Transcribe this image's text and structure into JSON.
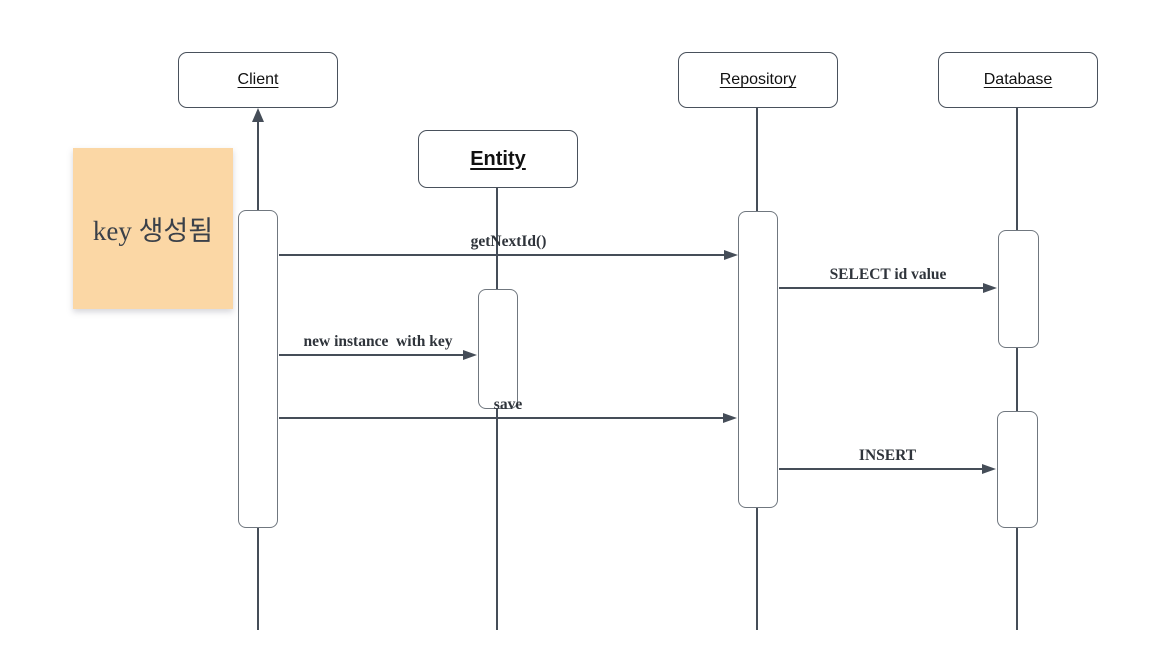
{
  "diagram": {
    "type": "uml-sequence-diagram",
    "background_color": "#ffffff",
    "stroke_color": "#454d58",
    "note_fill_color": "#fbd7a5"
  },
  "actors": [
    {
      "label": "Client"
    },
    {
      "label": "Entity"
    },
    {
      "label": "Repository"
    },
    {
      "label": "Database"
    }
  ],
  "note": {
    "text": "key 생성됨"
  },
  "messages": [
    {
      "label": "getNextId()",
      "from": "Client",
      "to": "Repository"
    },
    {
      "label": "SELECT id value",
      "from": "Repository",
      "to": "Database"
    },
    {
      "label": "new instance  with key",
      "from": "Client",
      "to": "Entity"
    },
    {
      "label": "save",
      "from": "Client",
      "to": "Repository"
    },
    {
      "label": "INSERT",
      "from": "Repository",
      "to": "Database"
    }
  ]
}
